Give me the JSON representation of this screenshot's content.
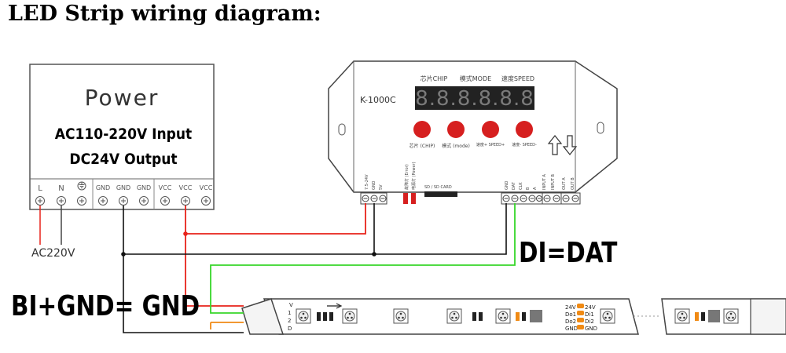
{
  "title": "LED Strip wiring diagram:",
  "power": {
    "name": "Power",
    "input": "AC110-220V Input",
    "output": "DC24V Output",
    "terminals": [
      "L",
      "N",
      "GND",
      "GND",
      "GND",
      "VCC",
      "VCC",
      "VCC"
    ],
    "ground_icon": "earth-ground-icon",
    "mains_label": "AC220V"
  },
  "controller": {
    "model": "K-1000C",
    "section_labels": [
      "芯片CHIP",
      "模式MODE",
      "速度SPEED"
    ],
    "display": "8.8.8.8.8.8",
    "buttons": [
      "芯片 (CHIP)",
      "模式 (mode)",
      "速度+ SPEED+",
      "速度- SPEED-"
    ],
    "power_terminals": [
      "7.5-24V",
      "GND",
      "5V"
    ],
    "indicators": [
      "故障灯 (Error)",
      "电源灯 (Power)"
    ],
    "sd_label": "SD / SD CARD",
    "output_terminals": [
      "GND",
      "DAT",
      "CLK",
      "B",
      "A",
      "INPUT A",
      "INPUT B",
      "OUT A",
      "OUT B"
    ]
  },
  "strip": {
    "pads": [
      "24V",
      "Do1",
      "Do2",
      "GND"
    ],
    "pads_right": [
      "24V",
      "Di1",
      "Di2",
      "GND"
    ]
  },
  "annotations": {
    "data": "DI=DAT",
    "ground": "BI+GND= GND"
  },
  "colors": {
    "wire_red": "#e8221a",
    "wire_green": "#37d62a",
    "wire_black": "#111111",
    "wire_orange": "#f08a14",
    "button_red": "#d61f1f",
    "display_bg": "#222222",
    "display_seg": "#7a7a7a"
  }
}
